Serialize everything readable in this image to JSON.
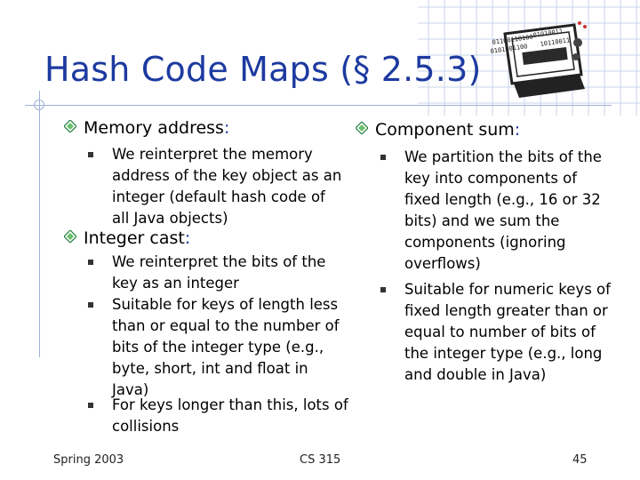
{
  "slide": {
    "title": "Hash Code Maps (§ 2.5.3)",
    "left": {
      "memory_heading": "Memory address",
      "memory_colon": ":",
      "memory_bullets": [
        "We reinterpret the memory address of the key object as an integer (default hash code of all Java objects)"
      ],
      "integer_heading": "Integer cast",
      "integer_colon": ":",
      "integer_bullets": [
        "We reinterpret the bits of the key as an integer",
        "Suitable for keys of length less than or equal to the number of bits of the integer type (e.g., byte, short, int and float in Java)",
        "For keys longer than this, lots of collisions"
      ]
    },
    "right": {
      "component_heading": "Component sum",
      "component_colon": ":",
      "component_bullets": [
        "We partition the bits of the key into components of fixed length (e.g., 16 or 32 bits) and we sum the components (ignoring overflows)",
        "Suitable for numeric keys of fixed length greater than or equal to number of bits of the integer type (e.g., long and double in Java)"
      ]
    },
    "logo_binary": [
      "01100110100",
      "01010011",
      "0101001100",
      "10110011"
    ]
  },
  "footer": {
    "date": "Spring 2003",
    "course": "CS 315",
    "page": "45"
  },
  "colors": {
    "title": "#1d3aa0",
    "accent_line": "#9fb0d6"
  }
}
